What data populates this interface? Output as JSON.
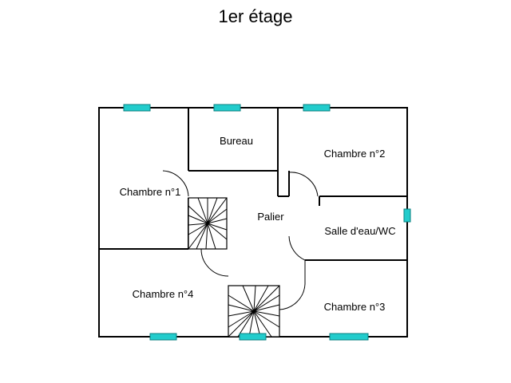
{
  "title": "1er étage",
  "rooms": {
    "bureau": "Bureau",
    "chambre_2": "Chambre n°2",
    "chambre_1": "Chambre n°1",
    "palier": "Palier",
    "salle_eau": "Salle d'eau/WC",
    "chambre_4": "Chambre n°4",
    "chambre_3": "Chambre n°3"
  },
  "colors": {
    "window": "#22cccc",
    "wall": "#000000"
  }
}
